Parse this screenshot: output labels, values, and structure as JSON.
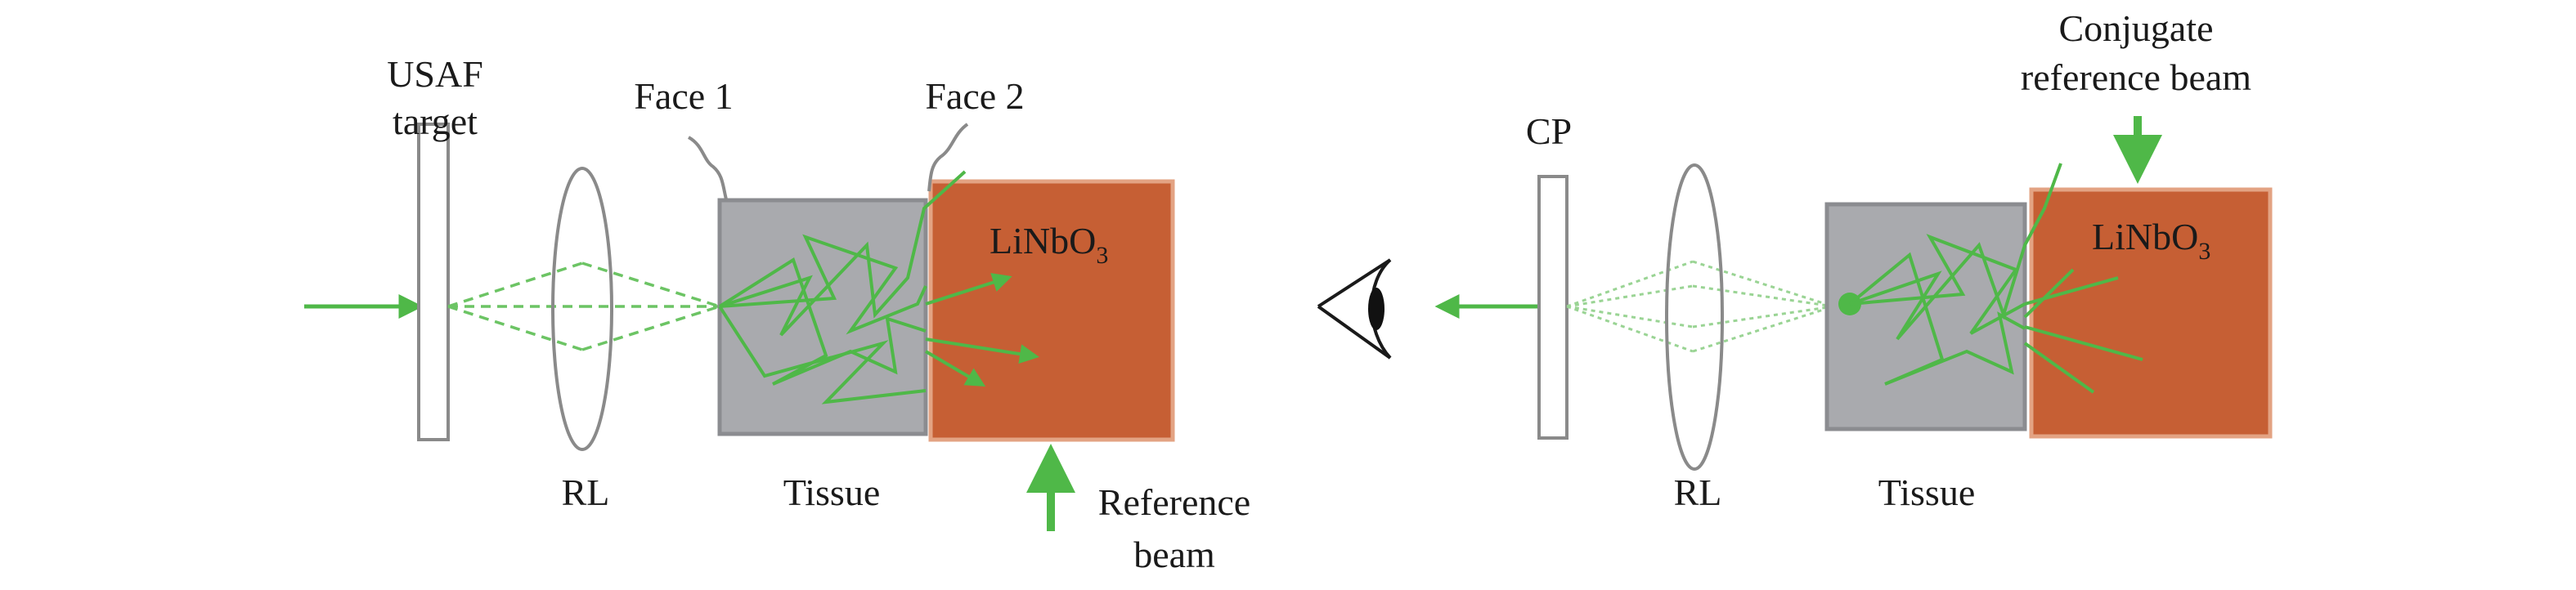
{
  "colors": {
    "beam": "#4fb848",
    "tissue_fill": "#a9aaae",
    "tissue_stroke": "#8b8c90",
    "crystal_fill": "#c65f34",
    "crystal_stroke": "#e3a383",
    "optic_stroke": "#8a8a8a",
    "text": "#1a1a1a"
  },
  "left_panel": {
    "usaf_line1": "USAF",
    "usaf_line2": "target",
    "face1": "Face 1",
    "face2": "Face 2",
    "crystal_main": "LiNbO",
    "crystal_sub": "3",
    "lens": "RL",
    "tissue": "Tissue",
    "ref_line1": "Reference",
    "ref_line2": "beam"
  },
  "right_panel": {
    "cp": "CP",
    "conj_line1": "Conjugate",
    "conj_line2": "reference beam",
    "crystal_main": "LiNbO",
    "crystal_sub": "3",
    "lens": "RL",
    "tissue": "Tissue",
    "eye_icon": "eye-icon"
  }
}
